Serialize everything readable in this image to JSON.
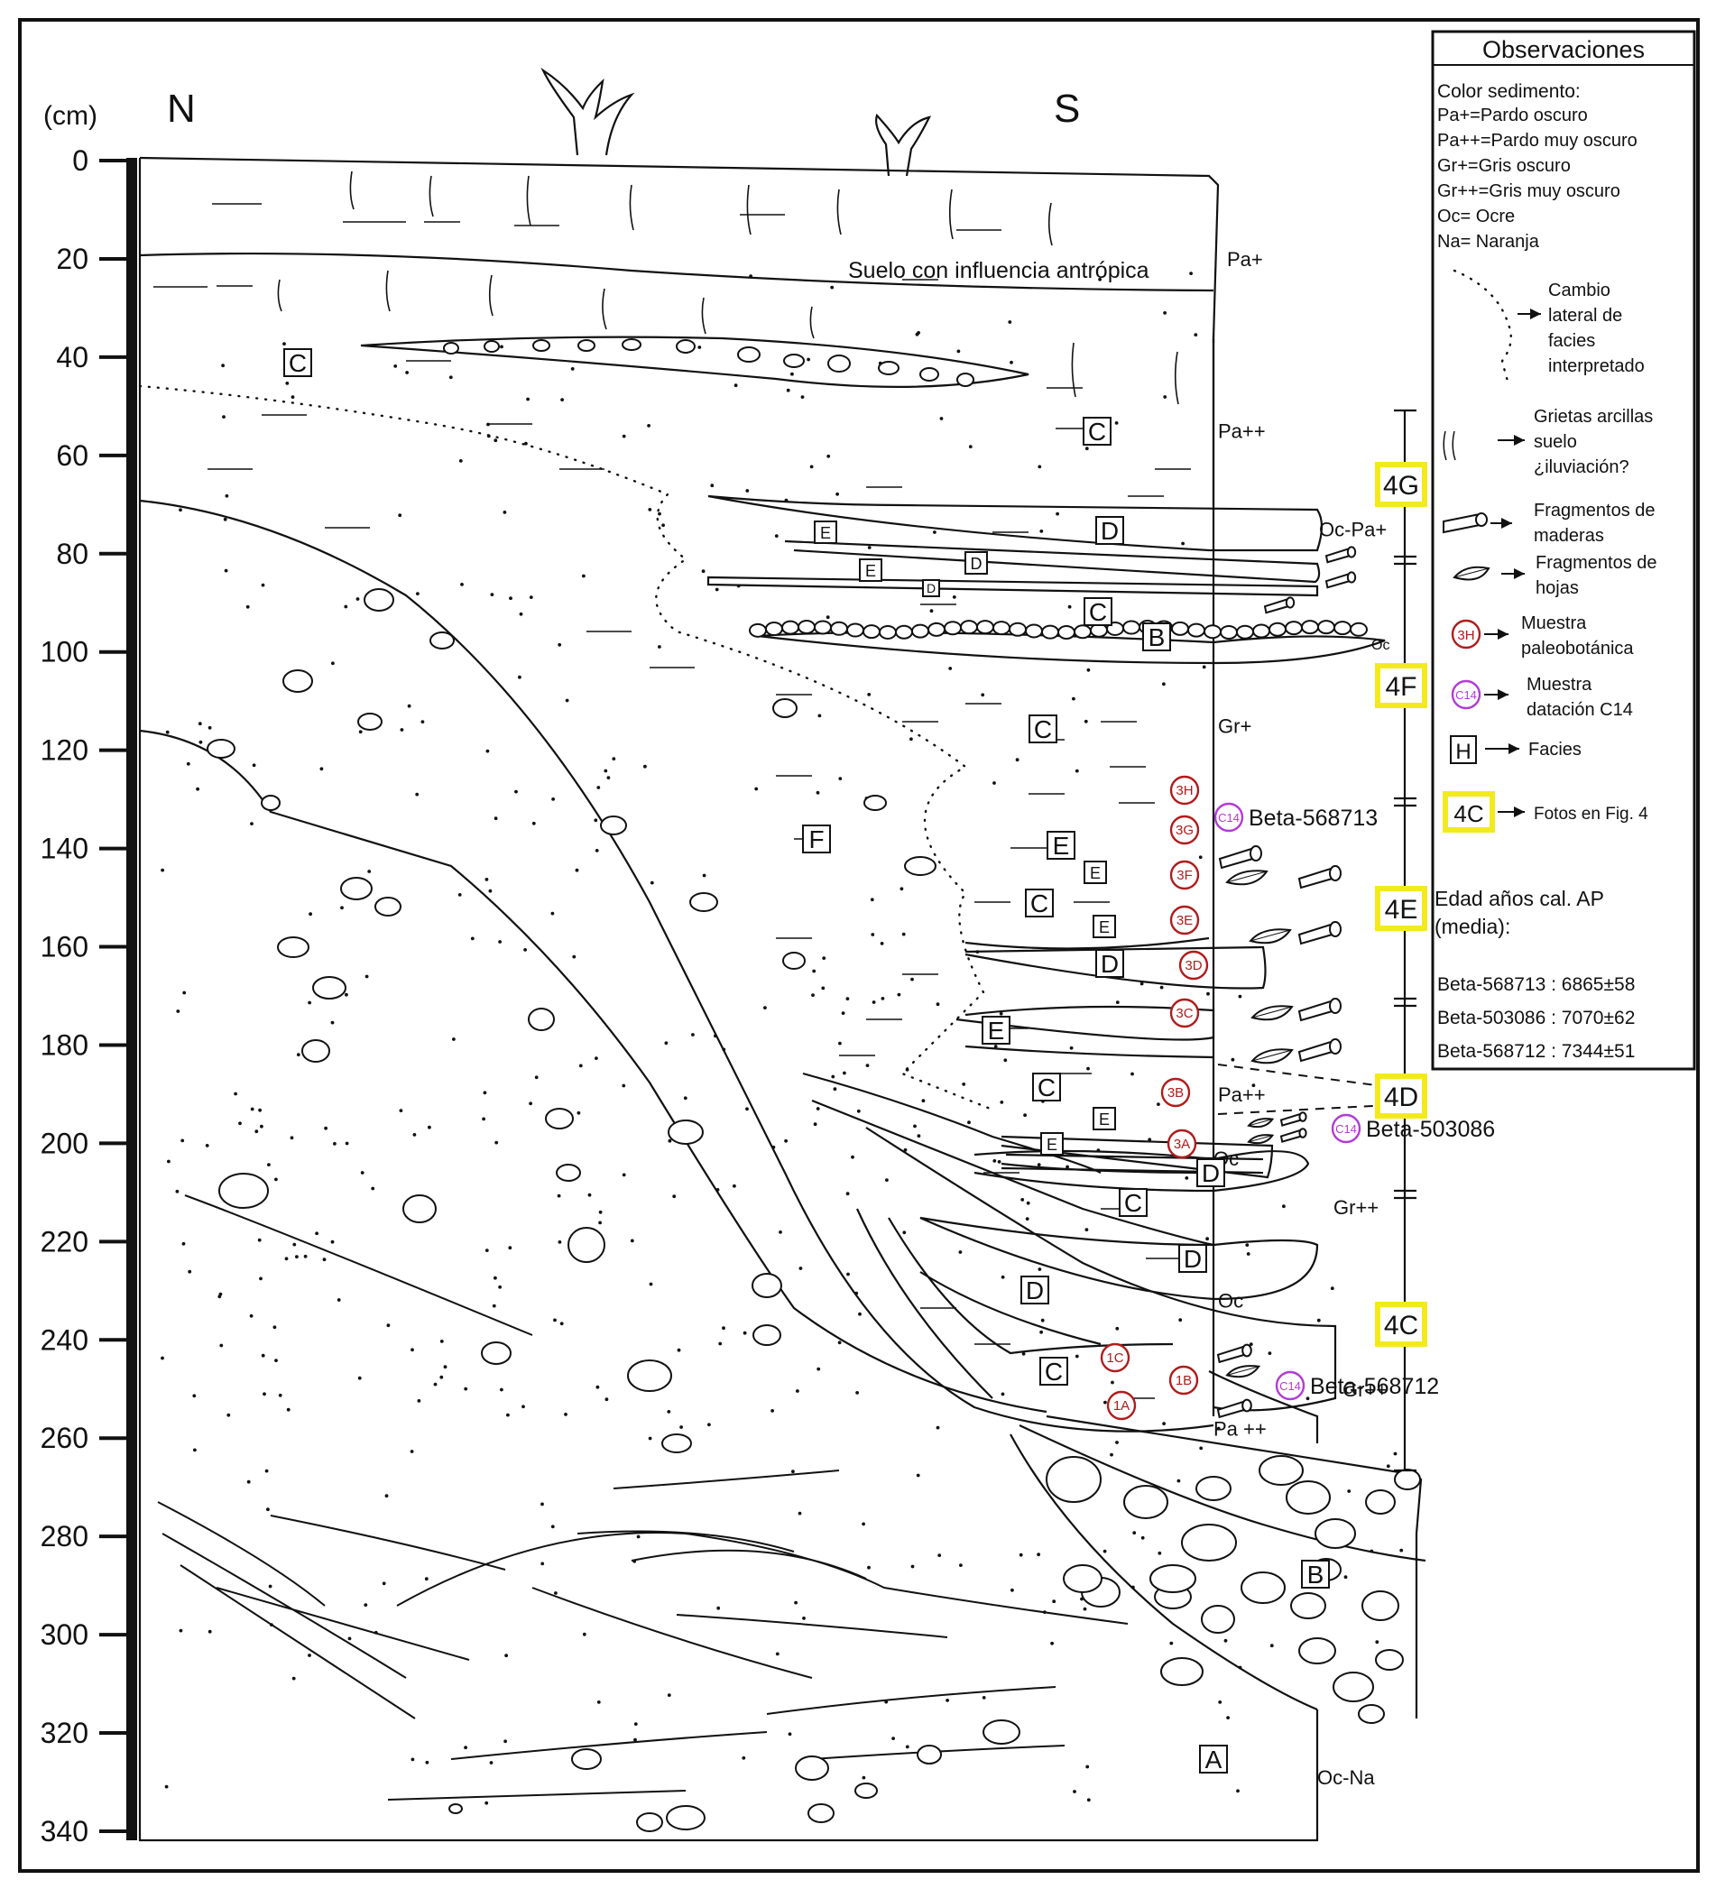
{
  "axis": {
    "unit_label": "(cm)",
    "ticks": [
      "0",
      "20",
      "40",
      "60",
      "80",
      "100",
      "120",
      "140",
      "160",
      "180",
      "200",
      "220",
      "240",
      "260",
      "280",
      "300",
      "320",
      "340"
    ]
  },
  "orientation": {
    "north": "N",
    "south": "S"
  },
  "annotations": {
    "soil": "Suelo con influencia antrópica"
  },
  "color_codes": [
    {
      "code": "Pa+",
      "depth": 20
    },
    {
      "code": "Pa++",
      "depth": 55
    },
    {
      "code": "Oc-Pa+",
      "depth": 75
    },
    {
      "code": "Oc",
      "depth": 98
    },
    {
      "code": "Gr+",
      "depth": 115
    },
    {
      "code": "Pa++",
      "depth": 190
    },
    {
      "code": "Oc",
      "depth": 203
    },
    {
      "code": "Gr++",
      "depth": 213
    },
    {
      "code": "Oc",
      "depth": 232
    },
    {
      "code": "Gr++",
      "depth": 250
    },
    {
      "code": "Pa ++",
      "depth": 258
    },
    {
      "code": "Oc-Na",
      "depth": 329
    }
  ],
  "facies_labels": [
    "C",
    "C",
    "D",
    "E",
    "E",
    "D",
    "D",
    "C",
    "B",
    "C",
    "F",
    "E",
    "E",
    "C",
    "E",
    "D",
    "E",
    "C",
    "E",
    "E",
    "D",
    "C",
    "D",
    "D",
    "C",
    "B",
    "A"
  ],
  "samples": [
    "3H",
    "3G",
    "3F",
    "3E",
    "3D",
    "3C",
    "3B",
    "3A",
    "1C",
    "1B",
    "1A"
  ],
  "datings": [
    "Beta-568713",
    "Beta-503086",
    "Beta-568712"
  ],
  "c14_symbol": "C14",
  "photo_refs": [
    "4G",
    "4F",
    "4E",
    "4D",
    "4C"
  ],
  "legend": {
    "title": "Observaciones",
    "color_heading": "Color sedimento:",
    "color_items": [
      "Pa+=Pardo oscuro",
      "Pa++=Pardo muy oscuro",
      "Gr+=Gris oscuro",
      "Gr++=Gris muy oscuro",
      "Oc= Ocre",
      "Na= Naranja"
    ],
    "lateral": [
      "Cambio",
      "lateral de",
      "facies",
      "interpretado"
    ],
    "cracks": [
      "Grietas arcillas",
      "suelo",
      "¿iluviación?"
    ],
    "wood": [
      "Fragmentos de",
      "maderas"
    ],
    "leaves": [
      "Fragmentos de",
      "hojas"
    ],
    "sample": [
      "Muestra",
      "paleobotánica"
    ],
    "sample_symbol": "3H",
    "dating": [
      "Muestra",
      "datación C14"
    ],
    "facies": "Facies",
    "facies_symbol": "H",
    "photos": "Fotos en Fig. 4",
    "photos_symbol": "4C",
    "ages_heading": [
      "Edad años cal. AP",
      "(media):"
    ],
    "ages": [
      "Beta-568713 : 6865±58",
      "Beta-503086 : 7070±62",
      "Beta-568712 : 7344±51"
    ]
  },
  "colors": {
    "sample": "#b01c1c",
    "c14": "#b23bd6",
    "photo_box": "#f3ea1d",
    "ink": "#111111"
  }
}
